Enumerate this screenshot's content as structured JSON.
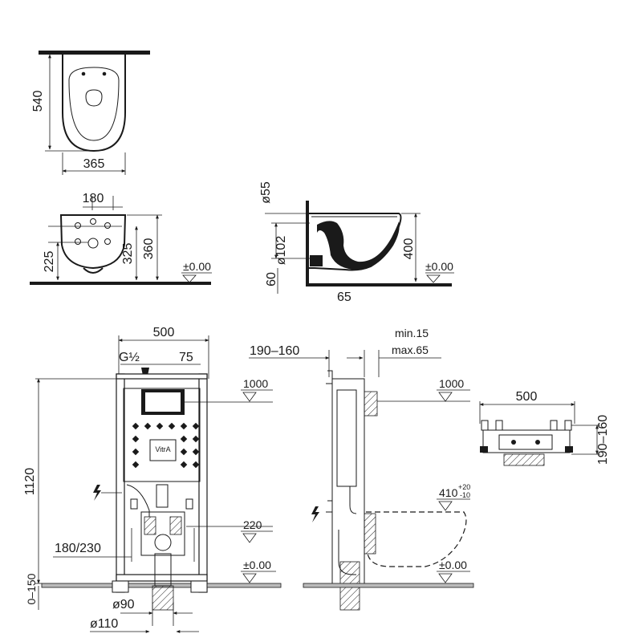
{
  "top_view": {
    "depth": "540",
    "width": "365"
  },
  "front_view": {
    "flush_center": "180",
    "fix_lower": "225",
    "fix_upper": "325",
    "height": "360",
    "floor_level": "±0.00"
  },
  "side_view": {
    "dia_inlet": "ø55",
    "dia_outlet": "ø102",
    "bottom": "60",
    "height": "400",
    "wall_offset": "65",
    "floor_level": "±0.00"
  },
  "frame_front": {
    "width": "500",
    "water_inlet": "G½",
    "inlet_offset": "75",
    "flush_plate_height": "1000",
    "frame_height": "1120",
    "fixing_width": "180/230",
    "drain_height": "220",
    "floor_level": "±0.00",
    "depth_range": "0–150",
    "dia_90": "ø90",
    "dia_110": "ø110",
    "brand": "VitrA"
  },
  "frame_side": {
    "wall_range": "190–160",
    "min_label": "min.15",
    "max_label": "max.65",
    "flush_plate_height": "1000",
    "seat_height_base": "410",
    "seat_height_plus": "+20",
    "seat_height_minus": "-10",
    "floor_level": "±0.00"
  },
  "bracket": {
    "width": "500",
    "range": "190–160"
  }
}
